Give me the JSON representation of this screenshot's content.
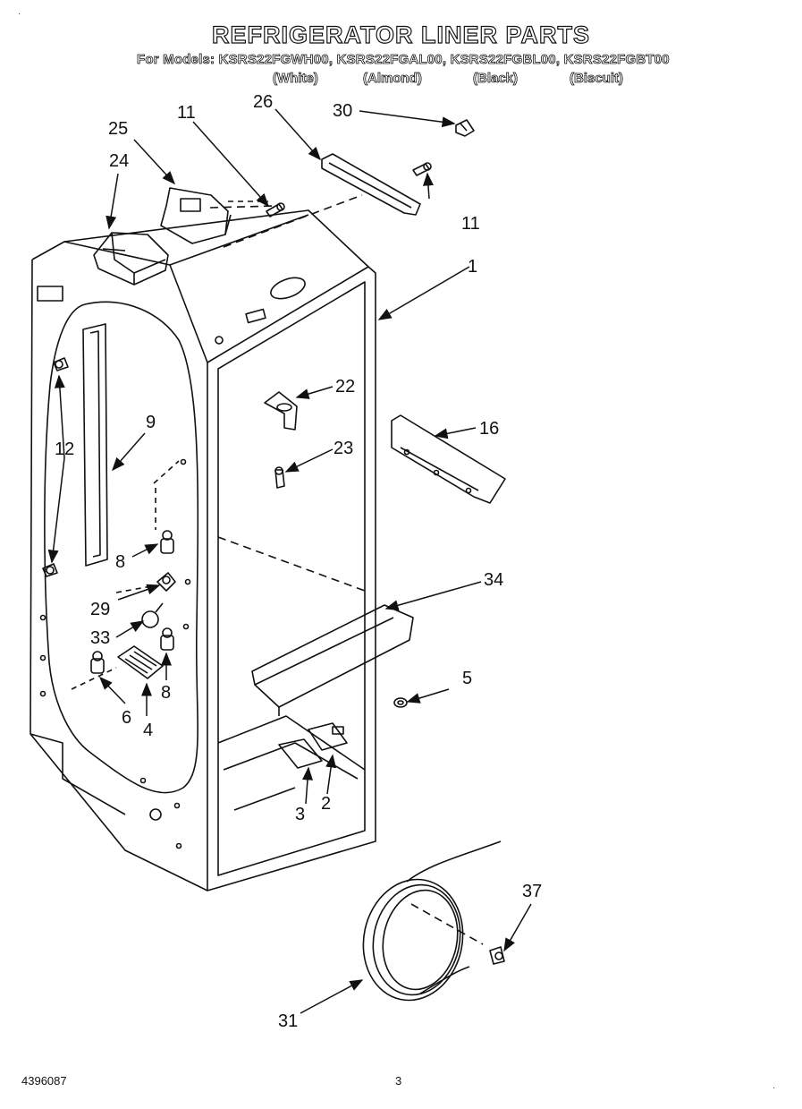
{
  "title": "REFRIGERATOR LINER PARTS",
  "models": {
    "line": "For Models: KSRS22FGWH00, KSRS22FGAL00, KSRS22FGBL00, KSRS22FGBT00",
    "colors": [
      {
        "label": "(White)"
      },
      {
        "label": "(Almond)"
      },
      {
        "label": "(Black)"
      },
      {
        "label": "(Biscuit)"
      }
    ]
  },
  "callouts": {
    "c1": "1",
    "c2": "2",
    "c3": "3",
    "c4": "4",
    "c5": "5",
    "c6": "6",
    "c8a": "8",
    "c8b": "8",
    "c9": "9",
    "c11a": "11",
    "c11b": "11",
    "c12": "12",
    "c16": "16",
    "c22": "22",
    "c23": "23",
    "c24": "24",
    "c25": "25",
    "c26": "26",
    "c29": "29",
    "c30": "30",
    "c31": "31",
    "c33": "33",
    "c34": "34",
    "c37": "37"
  },
  "footer": {
    "doc_number": "4396087",
    "page_number": "3"
  }
}
